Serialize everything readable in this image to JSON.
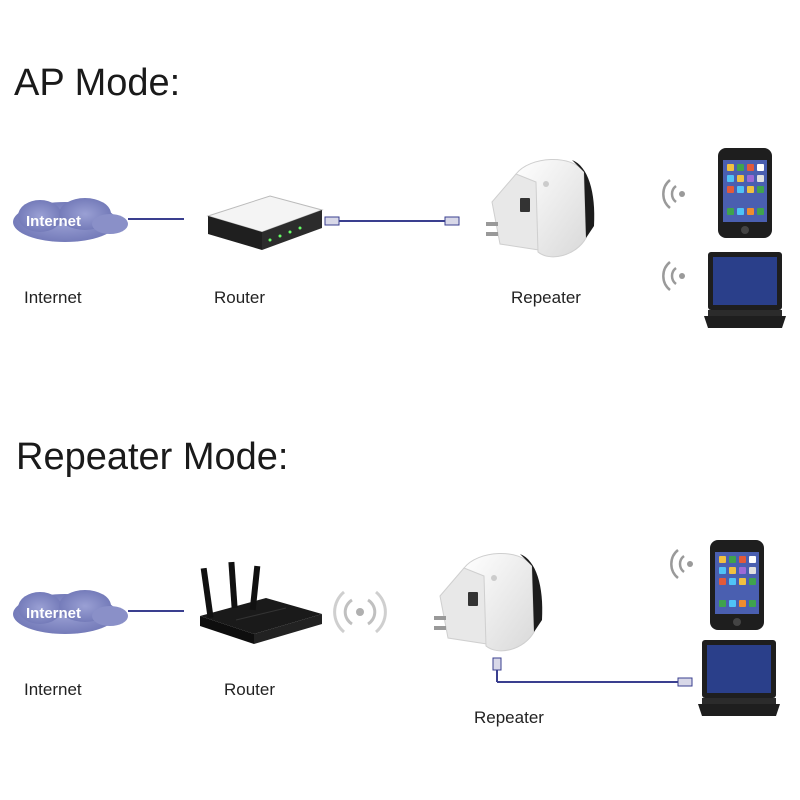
{
  "sections": {
    "ap": {
      "heading": "AP Mode:",
      "cloud_text": "Internet",
      "labels": {
        "internet": "Internet",
        "router": "Router",
        "repeater": "Repeater"
      }
    },
    "repeater": {
      "heading": "Repeater Mode:",
      "cloud_text": "Internet",
      "labels": {
        "internet": "Internet",
        "router": "Router",
        "repeater": "Repeater"
      }
    }
  },
  "colors": {
    "cloud": "#7f86c0",
    "line": "#3a3f8f",
    "wifi": "#9a9a9a",
    "device_black": "#1e1e1e",
    "laptop_screen": "#2a3f8a"
  },
  "icons": [
    "internet-cloud-icon",
    "router-icon",
    "wifi-router-icon",
    "repeater-icon",
    "smartphone-icon",
    "laptop-icon",
    "wifi-signal-icon"
  ]
}
